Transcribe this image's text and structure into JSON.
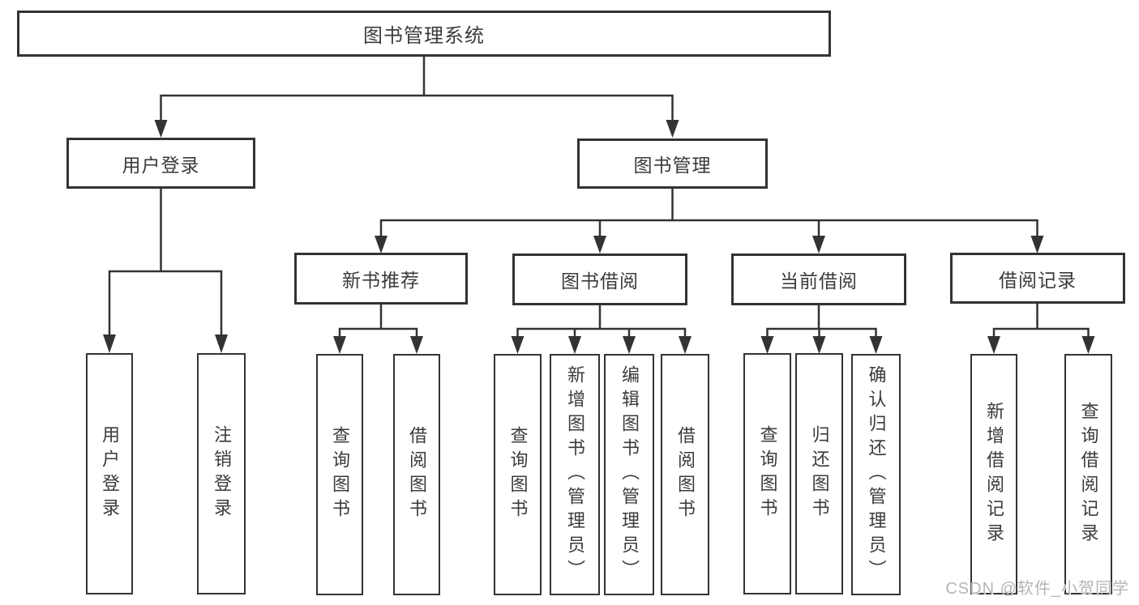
{
  "title": {
    "label": "图书管理系统"
  },
  "level2": {
    "user_login": {
      "label": "用户登录"
    },
    "book_management": {
      "label": "图书管理"
    }
  },
  "level3": {
    "new_book_recommend": {
      "label": "新书推荐"
    },
    "book_borrow": {
      "label": "图书借阅"
    },
    "current_borrow": {
      "label": "当前借阅"
    },
    "borrow_records": {
      "label": "借阅记录"
    }
  },
  "leaves": {
    "login_user_login": "用户登录",
    "login_logout": "注销登录",
    "recommend_query_books": "查询图书",
    "recommend_borrow_books": "借阅图书",
    "borrow_query_books": "查询图书",
    "borrow_add_books_admin": "新增图书（管理员）",
    "borrow_edit_books_admin": "编辑图书（管理员）",
    "borrow_borrow_books": "借阅图书",
    "current_query_books": "查询图书",
    "current_return_books": "归还图书",
    "current_confirm_return_admin": "确认归还（管理员）",
    "records_add_record": "新增借阅记录",
    "records_query_record": "查询借阅记录"
  },
  "watermark": "CSDN @软件_小贺同学",
  "colors": {
    "line": "#333333",
    "text": "#3b3b3b",
    "watermark": "#b5b5b5",
    "background": "#ffffff"
  }
}
